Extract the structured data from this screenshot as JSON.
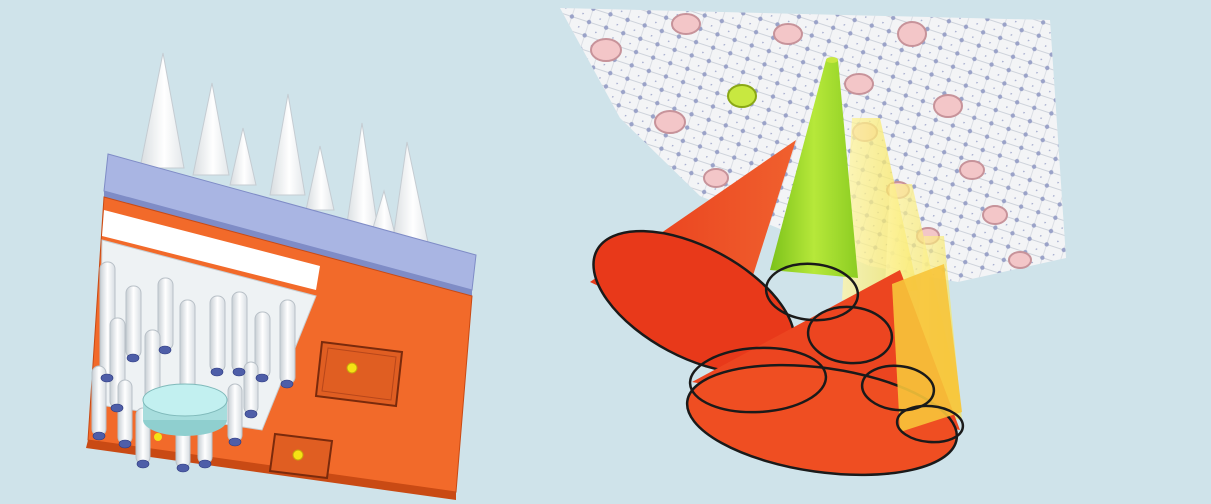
{
  "figure": {
    "background": "#cfe3ea",
    "panels": [
      {
        "id": "left-panel",
        "subject": "antenna-array-module",
        "colors": {
          "board_top": "#f26a2a",
          "board_side": "#c94a14",
          "lid": "#a9b5e3",
          "lid_side": "#7f8cc6",
          "spikes": "#ffffff",
          "rods": "#f4f7f9",
          "rod_tips": "#4e5ea8",
          "disk": "#b9eaea",
          "feed_dots": "#f5e214"
        }
      },
      {
        "id": "right-panel",
        "subject": "radiation-cones-over-array",
        "colors": {
          "array_plate": "#f3f4f6",
          "pink_elements": "#f3c6c8",
          "green_element": "#c8e840",
          "red_cone": "#ea3b1c",
          "green_beam": "#8fd11e",
          "yellow_beam": "#fbf07a",
          "ellipse_stroke": "#1a1a1a"
        }
      }
    ]
  }
}
